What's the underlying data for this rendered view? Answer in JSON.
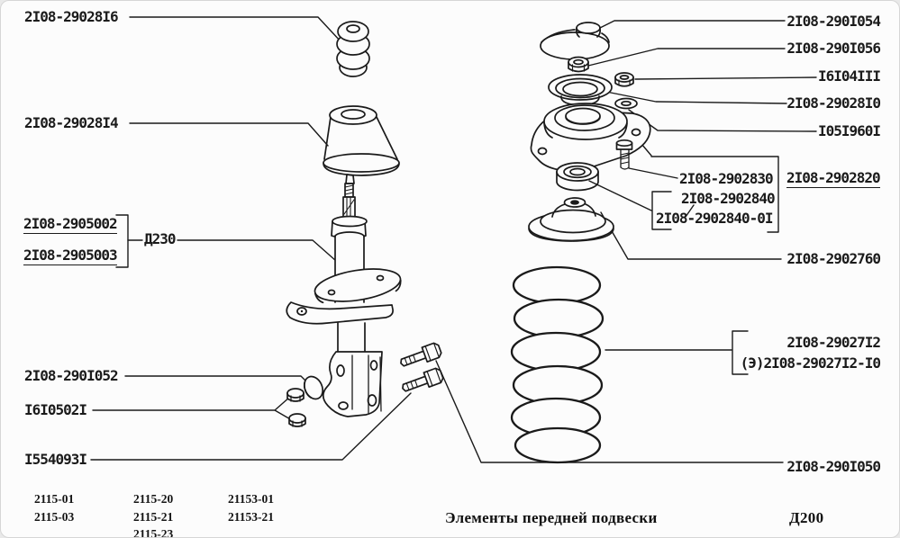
{
  "parts": {
    "bump_stop": "2I08-29028I6",
    "dust_boot": "2I08-29028I4",
    "strut_left": "2I08-2905002",
    "strut_right": "2I08-2905003",
    "strut_ref": "Д230",
    "washer_cup": "2I08-290I052",
    "nut_lower": "I6I0502I",
    "bolt_lower": "I554093I",
    "cap": "2I08-290I054",
    "nut_top": "2I08-290I056",
    "nut_small": "I6I04III",
    "support_washer": "2I08-29028I0",
    "flat_washer": "I05I960I",
    "mount_bolt": "2I08-2902830",
    "mount_assembly": "2I08-2902820",
    "bearing": "2I08-2902840",
    "bearing_alt": "2I08-2902840-0I",
    "spring_seat": "2I08-2902760",
    "spring": "2I08-29027I2",
    "spring_alt": "(Э)2I08-29027I2-I0",
    "clamp_bolt": "2I08-290I050"
  },
  "models": {
    "col1": [
      "2115-01",
      "2115-03"
    ],
    "col2": [
      "2115-20",
      "2115-21",
      "2115-23"
    ],
    "col3": [
      "21153-01",
      "21153-21"
    ]
  },
  "footer": {
    "caption": "Элементы передней подвески",
    "sheet_code": "Д200"
  }
}
